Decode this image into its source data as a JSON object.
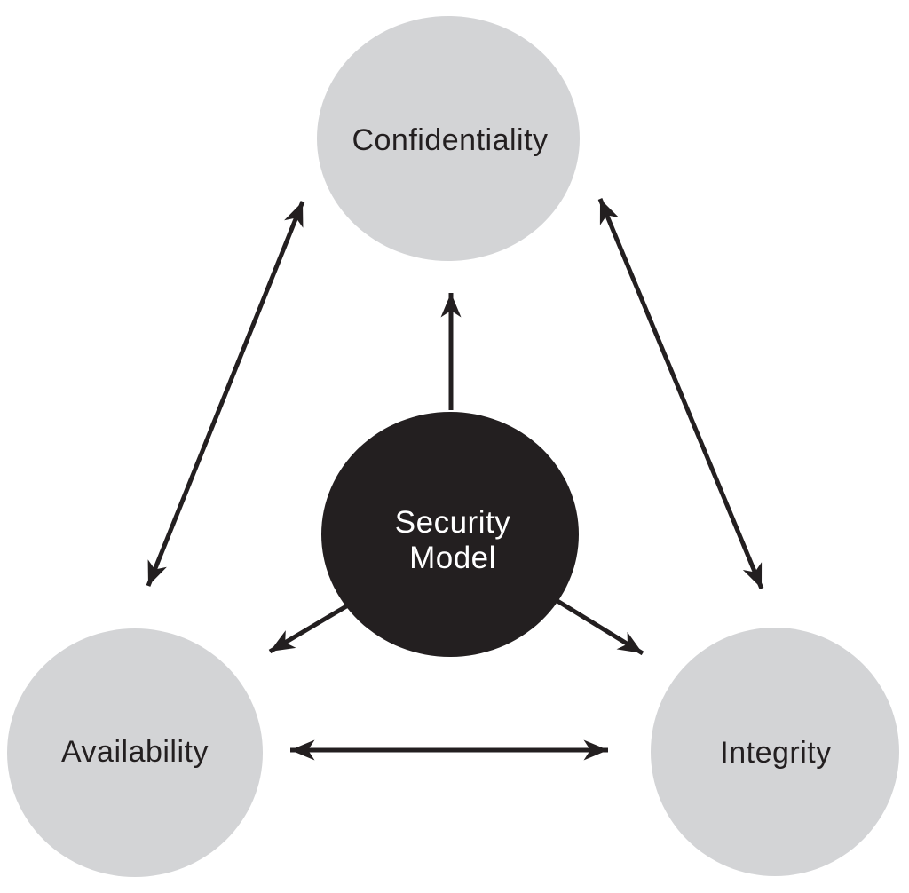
{
  "colors": {
    "background": "#ffffff",
    "outer_node_fill": "#d3d4d6",
    "outer_node_text": "#231f20",
    "center_node_fill": "#231f20",
    "center_node_text": "#ffffff",
    "arrow": "#231f20"
  },
  "nodes": {
    "top": {
      "label": "Confidentiality"
    },
    "bottom_left": {
      "label": "Availability"
    },
    "bottom_right": {
      "label": "Integrity"
    },
    "center": {
      "label_line1": "Security",
      "label_line2": "Model"
    }
  },
  "edges": [
    {
      "from": "Confidentiality",
      "to": "Availability",
      "arrows": "both"
    },
    {
      "from": "Confidentiality",
      "to": "Integrity",
      "arrows": "both"
    },
    {
      "from": "Availability",
      "to": "Integrity",
      "arrows": "both"
    },
    {
      "from": "Security Model",
      "to": "Confidentiality",
      "arrows": "end"
    },
    {
      "from": "Security Model",
      "to": "Availability",
      "arrows": "end"
    },
    {
      "from": "Security Model",
      "to": "Integrity",
      "arrows": "end"
    }
  ]
}
